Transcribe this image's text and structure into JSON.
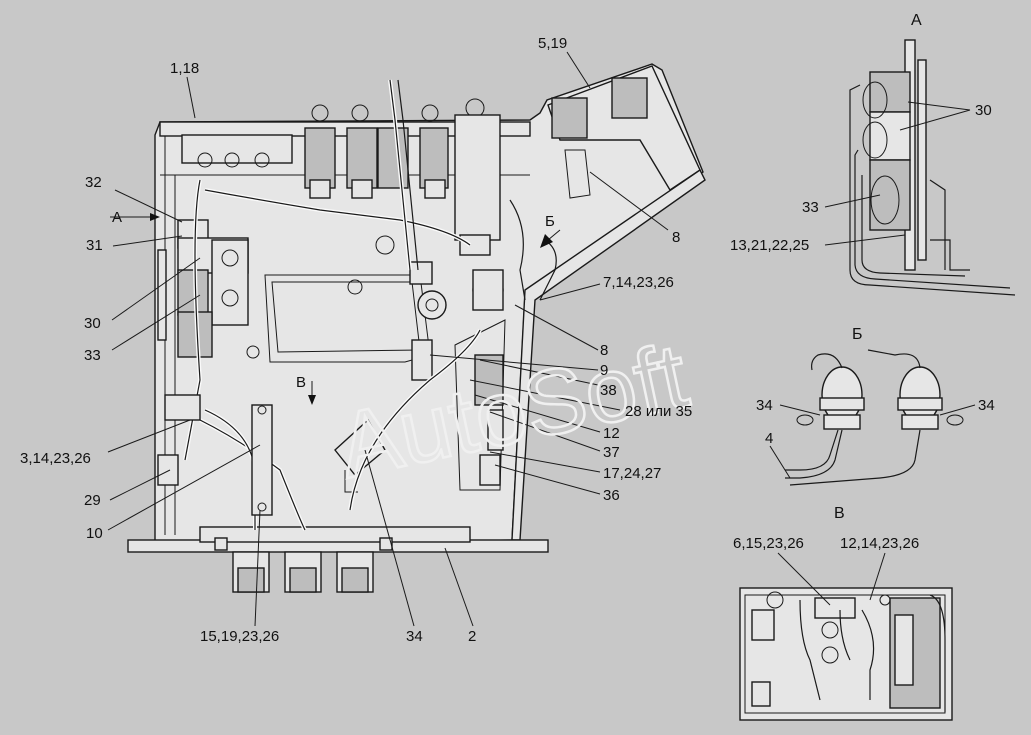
{
  "views": {
    "A": "А",
    "B": "Б",
    "V": "В"
  },
  "watermark": "AutoSoft",
  "labels": {
    "l_1_18": "1,18",
    "l_5_19": "5,19",
    "l_32": "32",
    "l_A_arrow": "А",
    "l_31": "31",
    "l_30": "30",
    "l_33": "33",
    "l_8a": "8",
    "l_B_arrow": "Б",
    "l_7_14": "7,14,23,26",
    "l_8b": "8",
    "l_9": "9",
    "l_38": "38",
    "l_28": "28 или 35",
    "l_V_arrow": "В",
    "l_12": "12",
    "l_37": "37",
    "l_3_14": "3,14,23,26",
    "l_17_24": "17,24,27",
    "l_29": "29",
    "l_36": "36",
    "l_10": "10",
    "l_15_19": "15,19,23,26",
    "l_34": "34",
    "l_2": "2",
    "a_30": "30",
    "a_33": "33",
    "a_13": "13,21,22,25",
    "b_34l": "34",
    "b_34r": "34",
    "b_4": "4",
    "v_6": "6,15,23,26",
    "v_12": "12,14,23,26"
  }
}
